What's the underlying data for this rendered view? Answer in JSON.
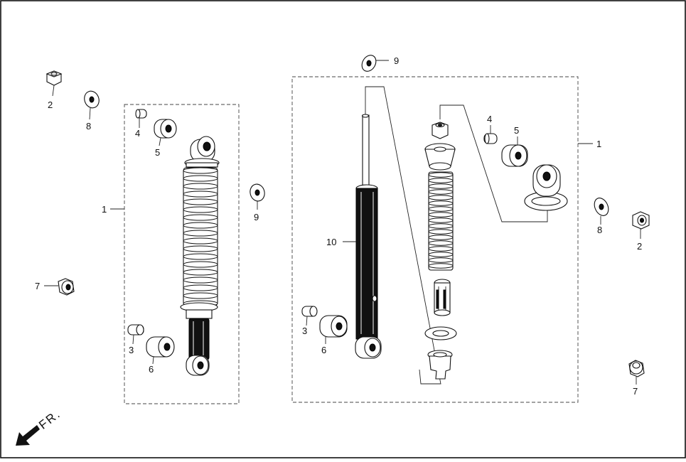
{
  "diagram": {
    "callouts": {
      "l_assembly": "1",
      "l_nut": "2",
      "l_collar_small": "3",
      "l_collar_top": "4",
      "l_bushing_top": "5",
      "l_bushing_bottom": "6",
      "l_cap_nut": "7",
      "l_washer_top": "8",
      "l_washer_mid": "9",
      "r_assembly": "1",
      "r_nut": "2",
      "r_collar_small": "3",
      "r_collar_top": "4",
      "r_bushing_top": "5",
      "r_bushing_bottom": "6",
      "r_cap_nut": "7",
      "r_washer": "8",
      "r_washer_top": "9",
      "r_damper": "10"
    },
    "direction_label": "FR.",
    "icons": [
      "front-direction-arrow-icon"
    ]
  }
}
